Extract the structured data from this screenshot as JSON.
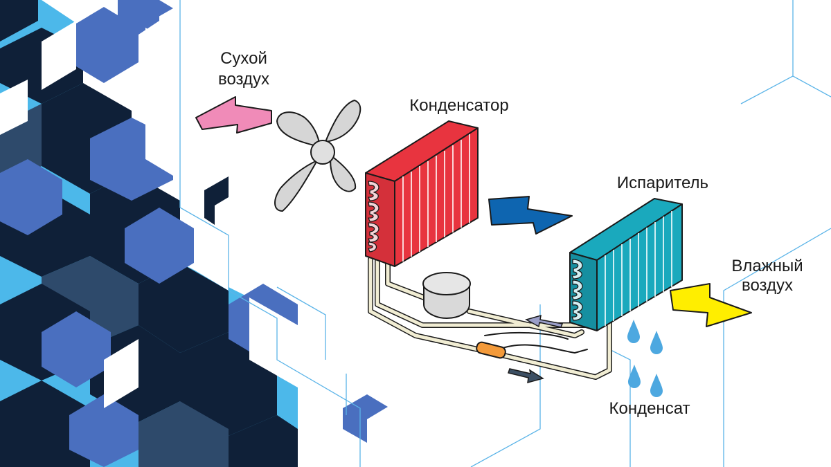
{
  "labels": {
    "dry_air_line1": "Сухой",
    "dry_air_line2": "воздух",
    "condenser": "Конденсатор",
    "evaporator": "Испаритель",
    "humid_air_line1": "Влажный",
    "humid_air_line2": "воздух",
    "condensate": "Конденсат"
  },
  "colors": {
    "navy": "#0f2038",
    "mid_blue": "#4a6fbf",
    "sky_blue": "#4cb8ea",
    "slate": "#2e4a6b",
    "line_blue": "#5bb4e8",
    "condenser_red": "#e8343f",
    "evaporator_teal": "#1aa9bd",
    "arrow_pink": "#f08bb8",
    "arrow_blue": "#0e65b0",
    "arrow_yellow": "#ffee00",
    "drop_blue": "#4da8e0"
  }
}
